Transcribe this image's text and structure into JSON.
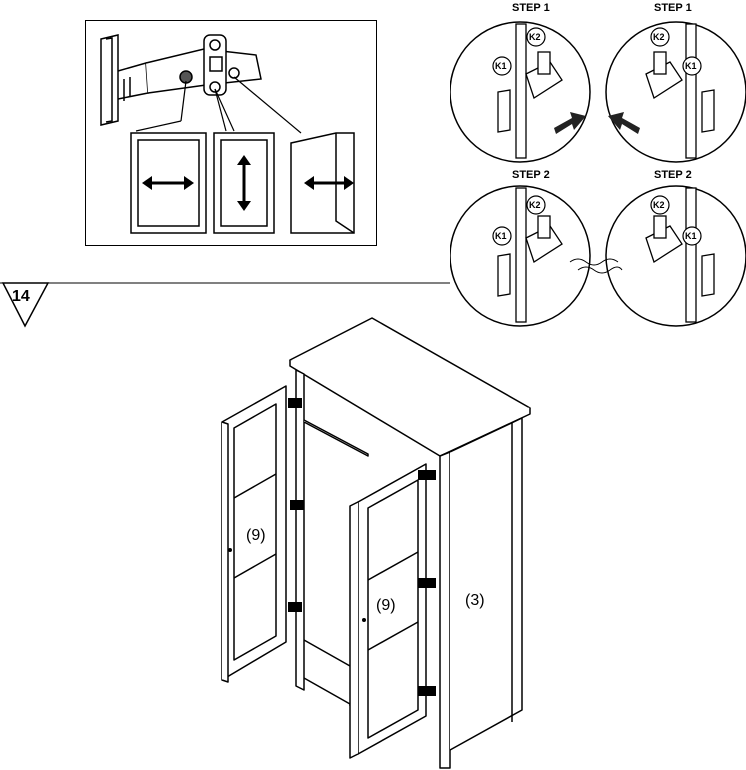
{
  "step_number": "14",
  "hinge_adjust_panel": {
    "arrows": [
      "horizontal",
      "vertical",
      "depth"
    ]
  },
  "detach_diagram": {
    "step_labels": [
      "STEP 1",
      "STEP 1",
      "STEP 2",
      "STEP 2"
    ],
    "part_labels": {
      "k1": "K1",
      "k2": "K2"
    }
  },
  "parts": {
    "door_left": "(9)",
    "door_right": "(9)",
    "carcass": "(3)"
  }
}
